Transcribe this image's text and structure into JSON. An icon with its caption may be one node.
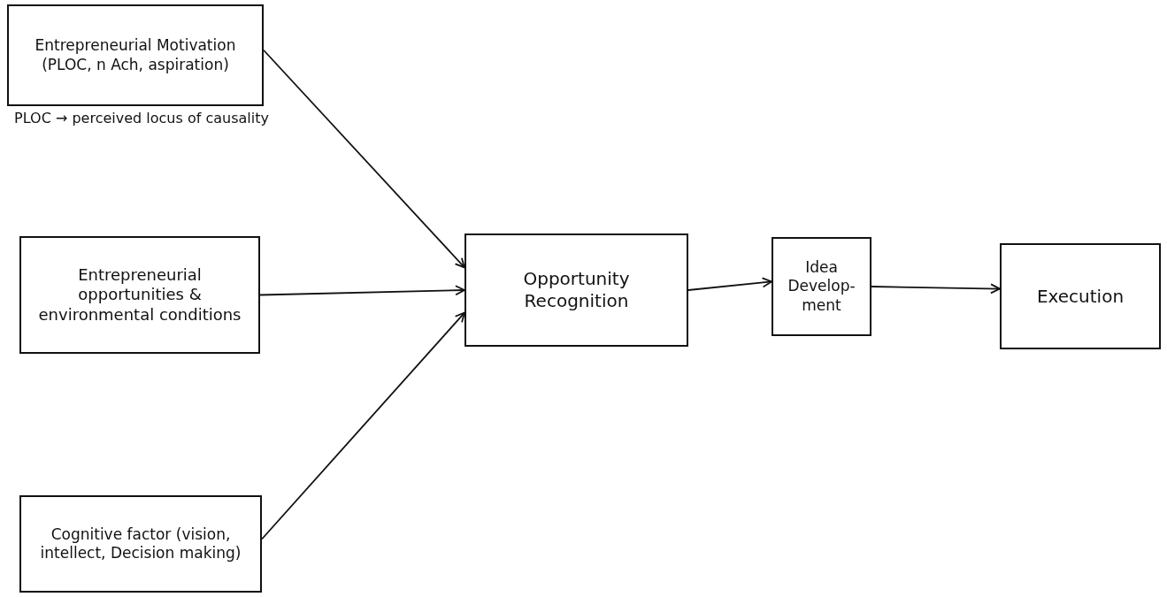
{
  "diagram": {
    "nodes": [
      {
        "text": [
          "Entrepreneurial Motivation (PLOC, n Ach, aspiration)"
        ],
        "beside": [
          "PLOC → perceived locus of causality"
        ]
      },
      {
        "text": [
          "Entrepreneurial opportunities & environmental conditions"
        ]
      },
      {
        "text": [
          "Cognitive factor (vision, intellect, Decision making)"
        ]
      },
      {
        "text": [
          "Opportunity Recognition"
        ]
      },
      {
        "text": [
          "Idea",
          "Develop- ment"
        ]
      },
      {
        "text": [
          "Execution"
        ]
      }
    ],
    "edges": [
      {
        "from": 0,
        "to": 3,
        "arrow": "to"
      },
      {
        "from": 1,
        "to": 3,
        "arrow": "to"
      },
      {
        "from": 2,
        "to": 3,
        "arrow": "to"
      },
      {
        "from": 3,
        "to": 4,
        "arrow": "to"
      },
      {
        "from": 4,
        "to": 5,
        "arrow": "to"
      }
    ]
  }
}
